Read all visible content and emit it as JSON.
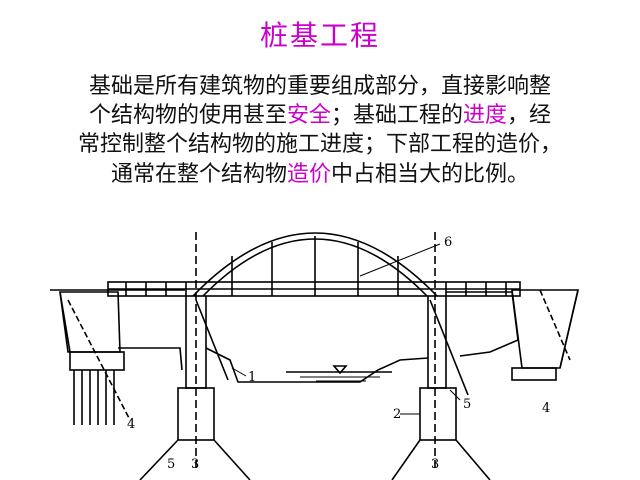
{
  "title": "桩基工程",
  "paragraph": {
    "line1": "基础是所有建筑物的重要组成部分，直接影响整",
    "line2_a": "个结构物的使用甚至",
    "line2_hl1": "安全",
    "line2_b": "；基础工程的",
    "line2_hl2": "进度",
    "line2_c": "，经",
    "line3": "常控制整个结构物的施工进度；下部工程的造价，",
    "line4_a": "通常在整个结构物",
    "line4_hl": "造价",
    "line4_b": "中占相当大的比例。"
  },
  "colors": {
    "highlight": "#cc00cc",
    "text": "#111111",
    "line": "#000000"
  },
  "diagram": {
    "labels": {
      "l1": "1",
      "l2": "2",
      "l3a": "3",
      "l3b": "3",
      "l4a": "4",
      "l4b": "4",
      "l5a": "5",
      "l5b": "5",
      "l6": "6"
    }
  }
}
